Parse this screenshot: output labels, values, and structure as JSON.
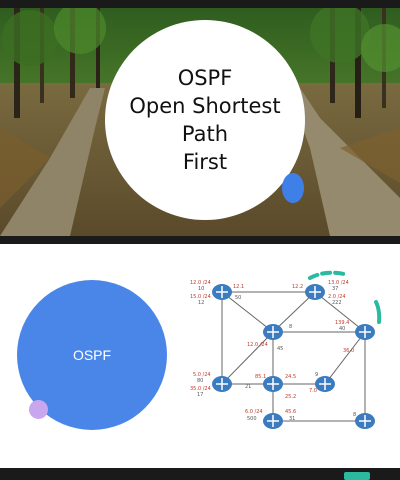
{
  "slides": {
    "title_slide": {
      "title_line1": "OSPF",
      "title_line2": "Open Shortest Path",
      "title_line3": "First"
    },
    "diagram_slide": {
      "circle_label": "OSPF",
      "network_labels": {
        "r1_a": "12.0 /24",
        "r1_b": "10",
        "r1_c": "15.0 /24",
        "r1_d": "12",
        "r1_r2_a": "12.1",
        "r1_r2_b": "50",
        "r2_a": "12.2",
        "r2_b": "13.0 /24",
        "r2_c": "37",
        "r2_d": "2.0 /24",
        "r2_e": "222",
        "r3_a": "8",
        "r3_b": "12.0 /24",
        "r3_c": "45",
        "r4_a": "5.0 /24",
        "r4_b": "80",
        "r4_c": "35.0 /24",
        "r4_d": "17",
        "r5_a": "85.1",
        "r5_b": "21",
        "r5_c": "24.5",
        "r5_d": "25.2",
        "r6_a": "9",
        "r6_b": "7.0",
        "r7_a": "139.4",
        "r7_b": "40",
        "r7_c": "36.0",
        "r8_a": "6.0 /24",
        "r8_b": "500",
        "r8_c": "45.6",
        "r8_d": "31",
        "r9_a": "8"
      }
    }
  },
  "colors": {
    "accent_blue": "#4a86e8",
    "purple": "#c9a7ee",
    "teal": "#2bb9a0",
    "label_red": "#c0392b",
    "router_blue": "#3b7bbf"
  }
}
